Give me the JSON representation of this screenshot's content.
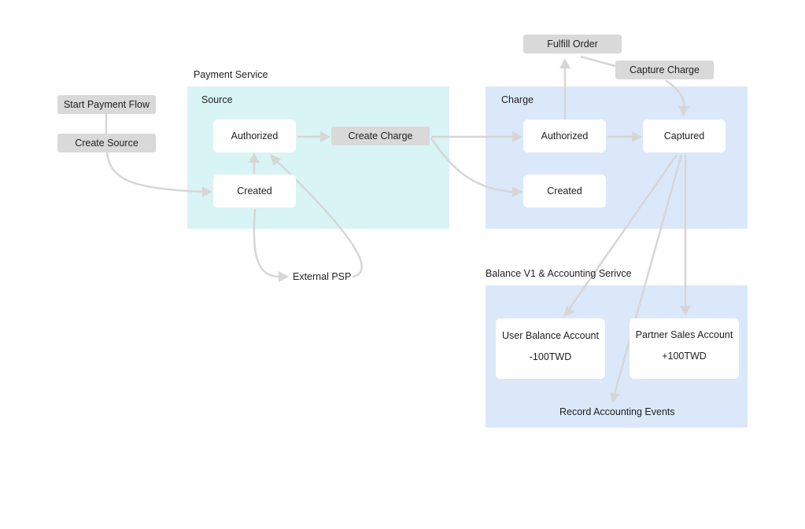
{
  "groups": {
    "payment_service": "Payment Service",
    "source": "Source",
    "charge": "Charge",
    "balance": "Balance V1 & Accounting Serivce"
  },
  "actions": {
    "start_payment_flow": "Start Payment Flow",
    "create_source": "Create Source",
    "create_charge": "Create Charge",
    "fulfill_order": "Fulfill Order",
    "capture_charge": "Capture Charge"
  },
  "source_states": {
    "authorized": "Authorized",
    "created": "Created"
  },
  "charge_states": {
    "authorized": "Authorized",
    "created": "Created",
    "captured": "Captured"
  },
  "external_psp": "External PSP",
  "accounts": {
    "user": {
      "name": "User Balance Account",
      "amount": "-100TWD"
    },
    "partner": {
      "name": "Partner Sales Account",
      "amount": "+100TWD"
    }
  },
  "record_events": "Record Accounting Events",
  "colors": {
    "source_bg": "#d9f4f4",
    "charge_bg": "#dbe8fa",
    "action_bg": "#d9d9d9",
    "edge": "#d6d6d6"
  }
}
